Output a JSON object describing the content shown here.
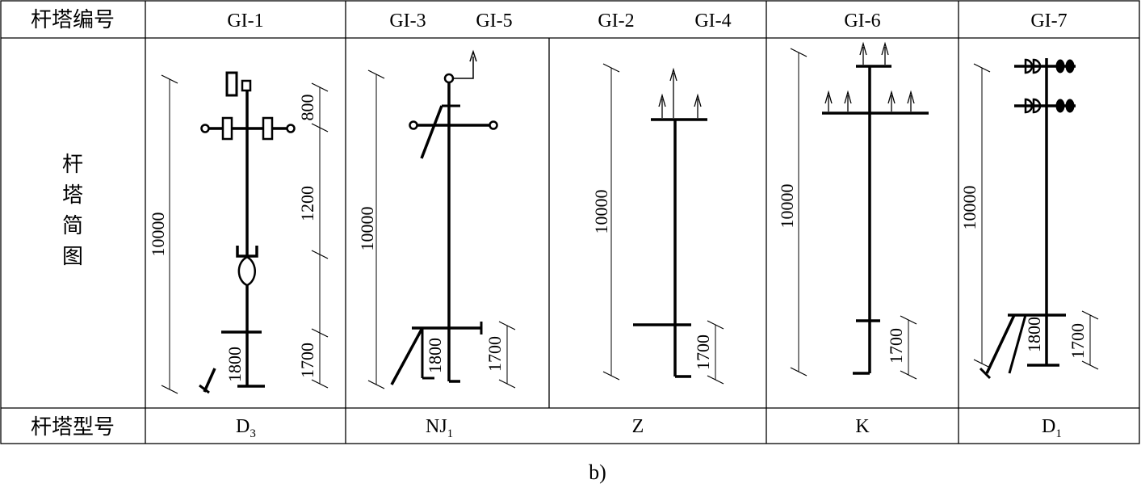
{
  "table": {
    "row_labels": {
      "number": "杆塔编号",
      "sketch": "杆塔简图",
      "type": "杆塔型号"
    },
    "columns": [
      {
        "ids": [
          "GI-1"
        ],
        "type_main": "D",
        "type_sub": "3",
        "dims": {
          "total": "10000",
          "top": "800",
          "mid": "1200",
          "base_right": "1700",
          "base_left": "1800"
        }
      },
      {
        "ids": [
          "GI-3",
          "GI-5"
        ],
        "type_main": "NJ",
        "type_sub": "1",
        "dims": {
          "total": "10000",
          "base_inner": "1800",
          "base_right": "1700"
        }
      },
      {
        "ids": [
          "GI-2",
          "GI-4"
        ],
        "type_main": "Z",
        "type_sub": "",
        "dims": {
          "total": "10000",
          "base_right": "1700"
        }
      },
      {
        "ids": [
          "GI-6"
        ],
        "type_main": "K",
        "type_sub": "",
        "dims": {
          "total": "10000",
          "base_right": "1700"
        }
      },
      {
        "ids": [
          "GI-7"
        ],
        "type_main": "D",
        "type_sub": "1",
        "dims": {
          "total": "10000",
          "base_inner": "1800",
          "base_right": "1700"
        }
      }
    ]
  },
  "caption": "b)"
}
